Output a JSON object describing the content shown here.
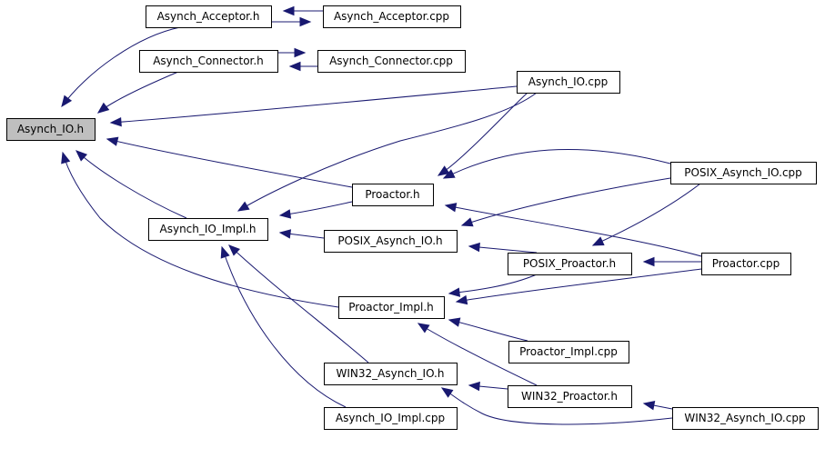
{
  "colors": {
    "edge": "#191970",
    "root_fill": "#bfbfbf",
    "node_fill": "#ffffff",
    "border": "#000000"
  },
  "nodes": [
    {
      "id": "asynch_io_h",
      "label": "Asynch_IO.h",
      "root": true
    },
    {
      "id": "asynch_acceptor_h",
      "label": "Asynch_Acceptor.h"
    },
    {
      "id": "asynch_acceptor_cpp",
      "label": "Asynch_Acceptor.cpp"
    },
    {
      "id": "asynch_connector_h",
      "label": "Asynch_Connector.h"
    },
    {
      "id": "asynch_connector_cpp",
      "label": "Asynch_Connector.cpp"
    },
    {
      "id": "asynch_io_cpp",
      "label": "Asynch_IO.cpp"
    },
    {
      "id": "proactor_h",
      "label": "Proactor.h"
    },
    {
      "id": "posix_asynch_io_cpp",
      "label": "POSIX_Asynch_IO.cpp"
    },
    {
      "id": "asynch_io_impl_h",
      "label": "Asynch_IO_Impl.h"
    },
    {
      "id": "posix_asynch_io_h",
      "label": "POSIX_Asynch_IO.h"
    },
    {
      "id": "posix_proactor_h",
      "label": "POSIX_Proactor.h"
    },
    {
      "id": "proactor_cpp",
      "label": "Proactor.cpp"
    },
    {
      "id": "proactor_impl_h",
      "label": "Proactor_Impl.h"
    },
    {
      "id": "proactor_impl_cpp",
      "label": "Proactor_Impl.cpp"
    },
    {
      "id": "win32_asynch_io_h",
      "label": "WIN32_Asynch_IO.h"
    },
    {
      "id": "win32_proactor_h",
      "label": "WIN32_Proactor.h"
    },
    {
      "id": "asynch_io_impl_cpp",
      "label": "Asynch_IO_Impl.cpp"
    },
    {
      "id": "win32_asynch_io_cpp",
      "label": "WIN32_Asynch_IO.cpp"
    }
  ],
  "edges": [
    {
      "from": "asynch_acceptor_h",
      "to": "asynch_io_h"
    },
    {
      "from": "asynch_connector_h",
      "to": "asynch_io_h"
    },
    {
      "from": "asynch_io_cpp",
      "to": "asynch_io_h"
    },
    {
      "from": "proactor_h",
      "to": "asynch_io_h"
    },
    {
      "from": "asynch_io_impl_h",
      "to": "asynch_io_h"
    },
    {
      "from": "proactor_impl_h",
      "to": "asynch_io_h"
    },
    {
      "from": "asynch_acceptor_cpp",
      "to": "asynch_acceptor_h"
    },
    {
      "from": "asynch_acceptor_h",
      "to": "asynch_acceptor_cpp"
    },
    {
      "from": "asynch_connector_cpp",
      "to": "asynch_connector_h"
    },
    {
      "from": "asynch_connector_h",
      "to": "asynch_connector_cpp"
    },
    {
      "from": "asynch_io_cpp",
      "to": "proactor_h"
    },
    {
      "from": "posix_asynch_io_cpp",
      "to": "proactor_h"
    },
    {
      "from": "proactor_cpp",
      "to": "proactor_h"
    },
    {
      "from": "proactor_h",
      "to": "asynch_io_impl_h"
    },
    {
      "from": "asynch_io_cpp",
      "to": "asynch_io_impl_h"
    },
    {
      "from": "posix_asynch_io_h",
      "to": "asynch_io_impl_h"
    },
    {
      "from": "win32_asynch_io_h",
      "to": "asynch_io_impl_h"
    },
    {
      "from": "asynch_io_impl_cpp",
      "to": "asynch_io_impl_h"
    },
    {
      "from": "posix_asynch_io_cpp",
      "to": "posix_asynch_io_h"
    },
    {
      "from": "posix_proactor_h",
      "to": "posix_asynch_io_h"
    },
    {
      "from": "posix_asynch_io_cpp",
      "to": "posix_proactor_h"
    },
    {
      "from": "proactor_cpp",
      "to": "posix_proactor_h"
    },
    {
      "from": "posix_proactor_h",
      "to": "proactor_impl_h"
    },
    {
      "from": "proactor_cpp",
      "to": "proactor_impl_h"
    },
    {
      "from": "proactor_impl_cpp",
      "to": "proactor_impl_h"
    },
    {
      "from": "win32_proactor_h",
      "to": "proactor_impl_h"
    },
    {
      "from": "win32_proactor_h",
      "to": "win32_asynch_io_h"
    },
    {
      "from": "win32_asynch_io_cpp",
      "to": "win32_asynch_io_h"
    },
    {
      "from": "win32_asynch_io_cpp",
      "to": "win32_proactor_h"
    }
  ]
}
